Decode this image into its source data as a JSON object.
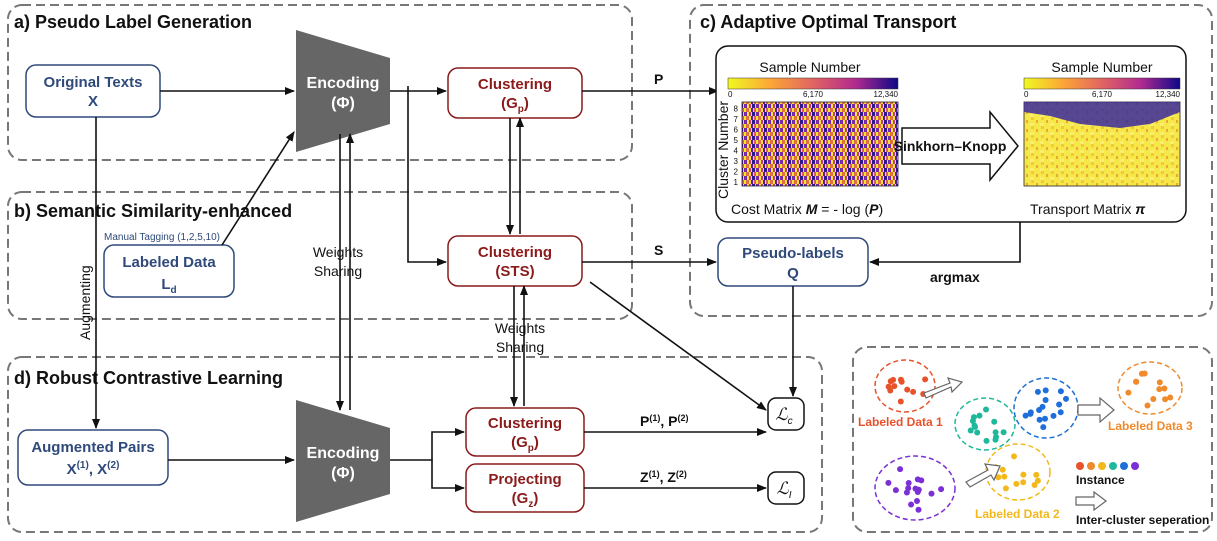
{
  "sections": {
    "a": "a) Pseudo Label Generation",
    "b": "b) Semantic Similarity-enhanced",
    "c": "c) Adaptive Optimal Transport",
    "d": "d) Robust Contrastive Learning"
  },
  "boxes": {
    "original_texts": {
      "line1": "Original Texts",
      "line2": "X"
    },
    "labeled_data": {
      "line1": "Labeled Data",
      "line2": "L",
      "sub": "d"
    },
    "augmented_pairs": {
      "line1": "Augmented Pairs",
      "line2": "X",
      "sup1": "(1)",
      "mid": ", X",
      "sup2": "(2)"
    },
    "clustering_top": {
      "line1": "Clustering",
      "line2": "(G",
      "sub": "p",
      "close": ")"
    },
    "clustering_sts": {
      "line1": "Clustering",
      "line2": "(STS)"
    },
    "clustering_bottom": {
      "line1": "Clustering",
      "line2": "(G",
      "sub": "p",
      "close": ")"
    },
    "projecting": {
      "line1": "Projecting",
      "line2": "(G",
      "sub": "z",
      "close": ")"
    },
    "pseudo_labels": {
      "line1": "Pseudo-labels",
      "line2": "Q"
    },
    "encoder_top": {
      "line1": "Encoding",
      "line2": "(Φ)"
    },
    "encoder_bottom": {
      "line1": "Encoding",
      "line2": "(Φ)"
    },
    "loss_c": {
      "symbol": "ℒ",
      "sub": "c"
    },
    "loss_i": {
      "symbol": "ℒ",
      "sub": "I"
    }
  },
  "labels": {
    "manual_tagging": "Manual Tagging (1,2,5,10)",
    "augmenting": "Augmenting",
    "weights_sharing_1": "Weights",
    "weights_sharing_2": "Sharing",
    "p": "P",
    "s": "S",
    "argmax": "argmax",
    "p_pair": "P",
    "p_pair_sup1": "(1)",
    "p_pair_mid": ", P",
    "p_pair_sup2": "(2)",
    "z_pair": "Z",
    "z_pair_sup1": "(1)",
    "z_pair_mid": ", Z",
    "z_pair_sup2": "(2)"
  },
  "ot": {
    "sample_number": "Sample Number",
    "ticks": [
      "0",
      "6,170",
      "12,340"
    ],
    "cluster_axis": "Cluster Number",
    "cluster_ticks": [
      "1",
      "2",
      "3",
      "4",
      "5",
      "6",
      "7",
      "8"
    ],
    "sinkhorn": "Sinkhorn–Knopp",
    "cost_prefix": "Cost Matrix ",
    "cost_m": "M",
    "cost_mid": " = - log (",
    "cost_p": "P",
    "cost_close": ")",
    "transport_prefix": "Transport Matrix ",
    "transport_pi": "π"
  },
  "legend": {
    "labeled_data_1": "Labeled Data 1",
    "labeled_data_2": "Labeled Data 2",
    "labeled_data_3": "Labeled Data 3",
    "instance": "Instance",
    "inter_cluster": "Inter-cluster seperation"
  },
  "colors": {
    "blue_text": "#2f4a7a",
    "red_text": "#8b1a1a",
    "encoder": "#666666",
    "cluster_red": "#e8522a",
    "cluster_green": "#1fb89a",
    "cluster_blue": "#1e6fd9",
    "cluster_orange": "#f08a2c",
    "cluster_purple": "#7b2fd6",
    "cluster_yellow": "#f2b81c"
  }
}
